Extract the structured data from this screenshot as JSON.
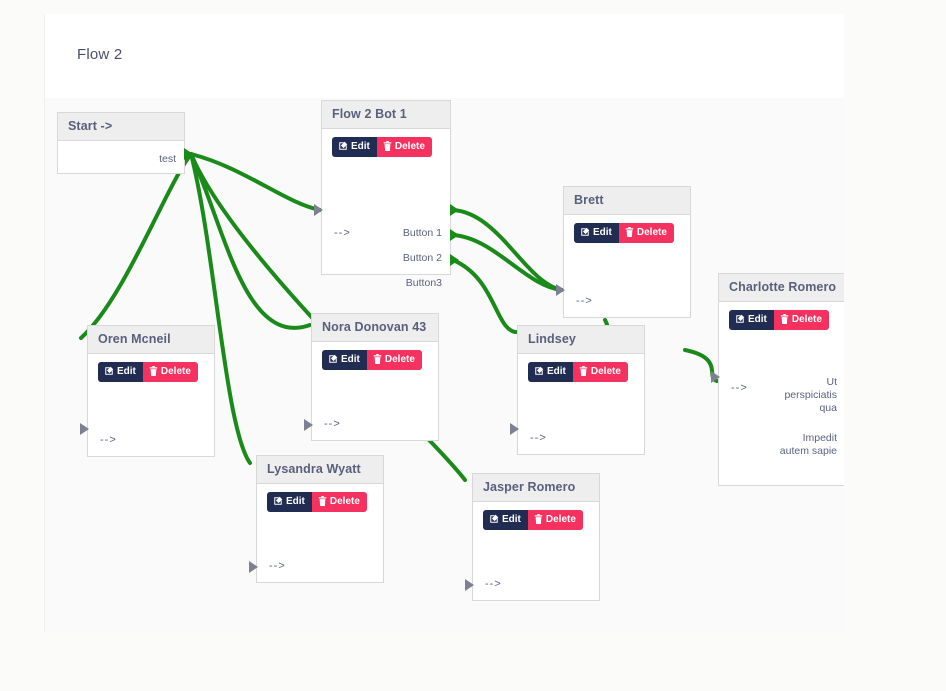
{
  "header": {
    "title": "Flow 2"
  },
  "buttons": {
    "edit_label": "Edit",
    "delete_label": "Delete"
  },
  "colors": {
    "edit_bg": "#202c51",
    "delete_bg": "#f5325f",
    "edge": "#1a8a1a",
    "node_header_bg": "#eeeeee",
    "canvas_bg": "#fafafa",
    "page_bg": "#fbfbf9",
    "title_text": "#4a4f6b"
  },
  "nodes": [
    {
      "id": "start",
      "title": "Start ->",
      "has_actions": false,
      "inputs": [],
      "outputs": [
        "test"
      ]
    },
    {
      "id": "flow2bot1",
      "title": "Flow 2 Bot 1",
      "has_actions": true,
      "inputs": [
        "-->"
      ],
      "outputs": [
        "Button 1",
        "Button 2",
        "Button3"
      ]
    },
    {
      "id": "brett",
      "title": "Brett",
      "has_actions": true,
      "inputs": [
        "-->"
      ],
      "outputs": []
    },
    {
      "id": "charlotte",
      "title": "Charlotte Romero",
      "has_actions": true,
      "inputs": [
        "-->"
      ],
      "outputs": [
        "Ut perspiciatis qua",
        "Impedit autem sapie"
      ]
    },
    {
      "id": "oren",
      "title": "Oren Mcneil",
      "has_actions": true,
      "inputs": [
        "-->"
      ],
      "outputs": []
    },
    {
      "id": "nora",
      "title": "Nora Donovan 43",
      "has_actions": true,
      "inputs": [
        "-->"
      ],
      "outputs": []
    },
    {
      "id": "lindsey",
      "title": "Lindsey",
      "has_actions": true,
      "inputs": [
        "-->"
      ],
      "outputs": []
    },
    {
      "id": "lysandra",
      "title": "Lysandra Wyatt",
      "has_actions": true,
      "inputs": [
        "-->"
      ],
      "outputs": []
    },
    {
      "id": "jasper",
      "title": "Jasper Romero",
      "has_actions": true,
      "inputs": [
        "-->"
      ],
      "outputs": []
    }
  ]
}
